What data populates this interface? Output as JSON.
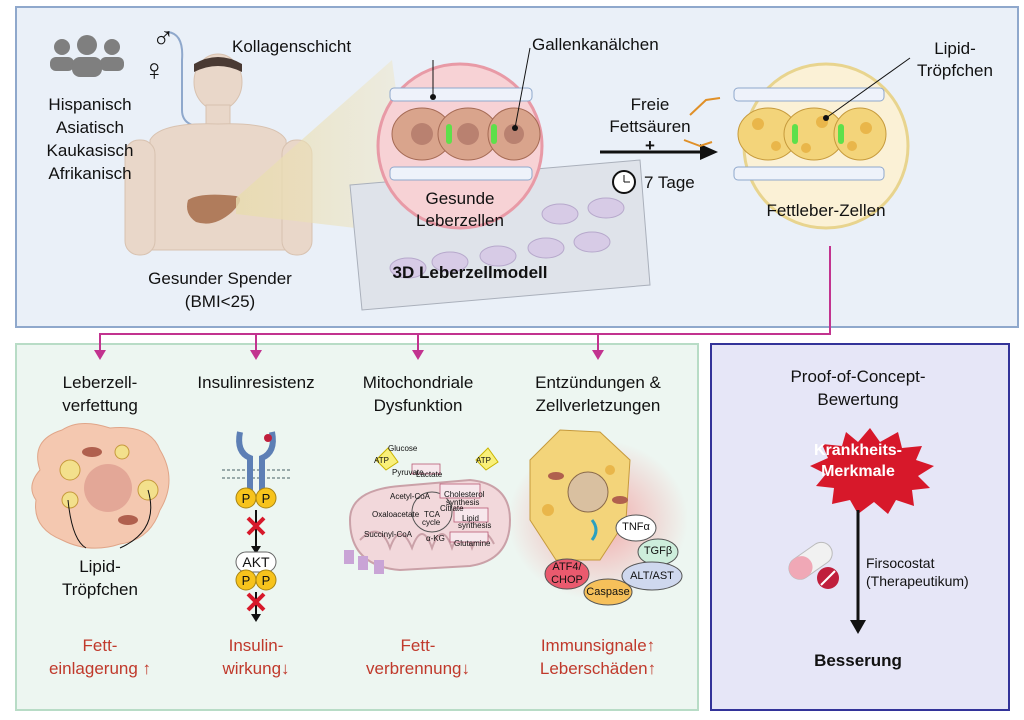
{
  "top": {
    "populations": [
      "Hispanisch",
      "Asiatisch",
      "Kaukasisch",
      "Afrikanisch"
    ],
    "sex_symbols": [
      "♂",
      "♀"
    ],
    "donor_line1": "Gesunder Spender",
    "donor_line2": "(BMI<25)",
    "model_title": "3D Leberzellmodell",
    "collagen_label": "Kollagenschicht",
    "canaliculi_label": "Gallenkanälchen",
    "healthy_line1": "Gesunde",
    "healthy_line2": "Leberzellen",
    "ffa_line1": "Freie",
    "ffa_line2": "Fettsäuren",
    "plus": "+",
    "days": "7 Tage",
    "lipid_line1": "Lipid-",
    "lipid_line2": "Tröpfchen",
    "fatty_cells": "Fettleber-Zellen"
  },
  "features": [
    {
      "title1": "Leberzell-",
      "title2": "verfettung",
      "result1": "Fett-",
      "result2": "einlagerung ↑"
    },
    {
      "title1": "Insulinresistenz",
      "title2": "",
      "result1": "Insulin-",
      "result2": "wirkung↓"
    },
    {
      "title1": "Mitochondriale",
      "title2": "Dysfunktion",
      "result1": "Fett-",
      "result2": "verbrennung↓"
    },
    {
      "title1": "Entzündungen &",
      "title2": "Zellverletzungen",
      "result1": "Immunsignale↑",
      "result2": "Leberschäden↑"
    }
  ],
  "steatosis": {
    "lipid1": "Lipid-",
    "lipid2": "Tröpfchen"
  },
  "insulin": {
    "p": "P",
    "akt": "AKT"
  },
  "mito": {
    "glucose": "Glucose",
    "pyruvate": "Pyruvate",
    "lactate": "Lactate",
    "atp": "ATP",
    "acetyl": "Acetyl-CoA",
    "chol1": "Cholesterol",
    "chol2": "synthesis",
    "oxaloacetate": "Oxaloacetate",
    "citrate": "Citrate",
    "tca1": "TCA",
    "tca2": "cycle",
    "lipid1": "Lipid",
    "lipid2": "synthesis",
    "succinyl": "Succinyl-CoA",
    "akg": "α-KG",
    "glutamine": "Glutamine"
  },
  "inflam": {
    "tnf": "TNFα",
    "tgf": "TGFβ",
    "atf1": "ATF4/",
    "atf2": "CHOP",
    "alt": "ALT/AST",
    "caspase": "Caspase"
  },
  "poc": {
    "title1": "Proof-of-Concept-",
    "title2": "Bewertung",
    "burst1": "Krankheits-",
    "burst2": "Merkmale",
    "drug1": "Firsocostat",
    "drug2": "(Therapeutikum)",
    "outcome": "Besserung"
  },
  "colors": {
    "top_bg": "#eaf0f8",
    "left_bg": "#edf6f1",
    "right_bg": "#e6e6f7",
    "arrow": "#c2338f",
    "burst": "#d7182a",
    "result": "#c0392b"
  }
}
